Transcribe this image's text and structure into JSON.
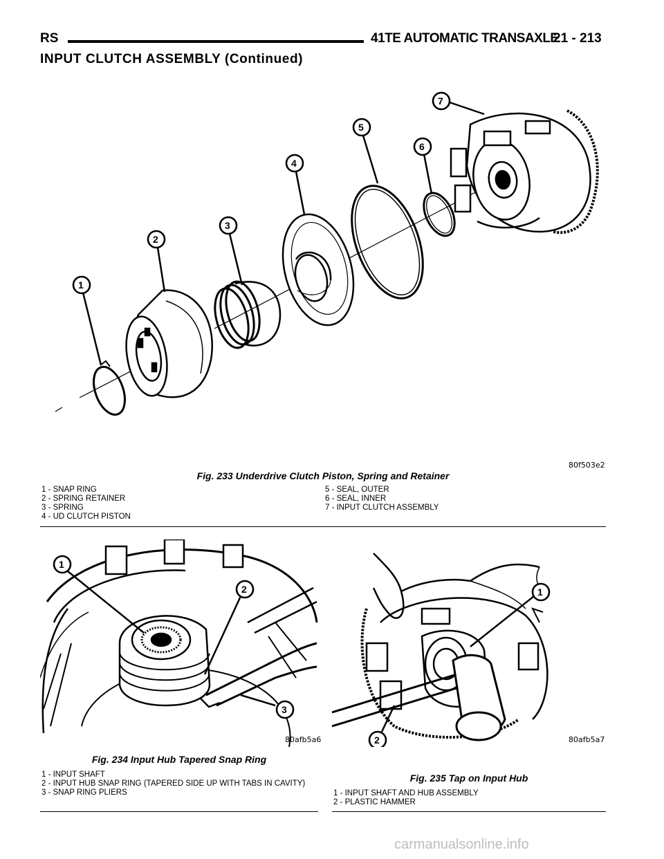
{
  "header": {
    "left": "RS",
    "title": "41TE AUTOMATIC TRANSAXLE",
    "page": "21 - 213"
  },
  "section_title": "INPUT CLUTCH ASSEMBLY (Continued)",
  "fig233": {
    "art_code": "80f503e2",
    "caption": "Fig. 233 Underdrive Clutch Piston, Spring and Retainer",
    "callouts": [
      "1",
      "2",
      "3",
      "4",
      "5",
      "6",
      "7"
    ],
    "legend_left": [
      "1 - SNAP RING",
      "2 - SPRING RETAINER",
      "3 - SPRING",
      "4 - UD CLUTCH PISTON"
    ],
    "legend_right": [
      "5 - SEAL, OUTER",
      "6 - SEAL, INNER",
      "7 - INPUT CLUTCH ASSEMBLY"
    ]
  },
  "fig234": {
    "art_code": "80afb5a6",
    "caption": "Fig. 234 Input Hub Tapered Snap Ring",
    "callouts": [
      "1",
      "2",
      "3"
    ],
    "legend": [
      "1 - INPUT SHAFT",
      "2 - INPUT HUB SNAP RING (TAPERED SIDE UP WITH TABS IN CAVITY)",
      "3 - SNAP RING PLIERS"
    ]
  },
  "fig235": {
    "art_code": "80afb5a7",
    "caption": "Fig. 235 Tap on Input Hub",
    "callouts": [
      "1",
      "2"
    ],
    "legend": [
      "1 - INPUT SHAFT AND HUB ASSEMBLY",
      "2 - PLASTIC HAMMER"
    ]
  },
  "watermark": "carmanualsonline.info"
}
